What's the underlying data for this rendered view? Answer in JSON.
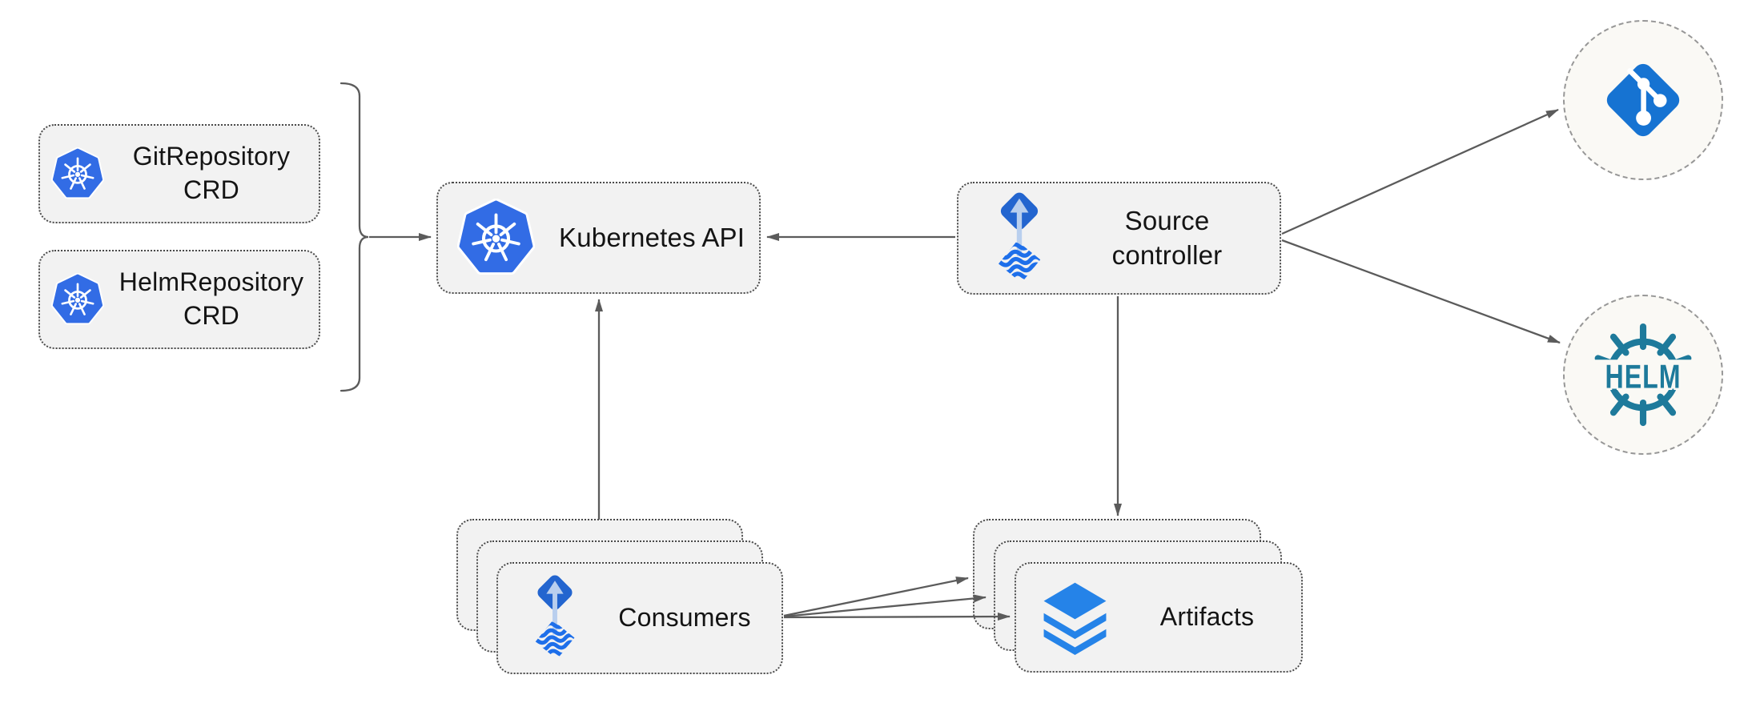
{
  "diagram": {
    "description": "Flux source-controller architecture diagram",
    "nodes": {
      "git_crd": {
        "line1": "GitRepository",
        "line2": "CRD",
        "icon": "kubernetes-icon"
      },
      "helm_crd": {
        "line1": "HelmRepository",
        "line2": "CRD",
        "icon": "kubernetes-icon"
      },
      "kubernetes_api": {
        "label": "Kubernetes API",
        "icon": "kubernetes-icon"
      },
      "source_controller": {
        "line1": "Source",
        "line2": "controller",
        "icon": "flux-icon"
      },
      "consumers": {
        "label": "Consumers",
        "stacked": 3,
        "icon": "flux-icon"
      },
      "artifacts": {
        "label": "Artifacts",
        "stacked": 3,
        "icon": "layers-icon"
      },
      "git_endpoint": {
        "icon": "git-icon"
      },
      "helm_endpoint": {
        "label": "HELM",
        "icon": "helm-wheel-icon"
      }
    },
    "edges": [
      {
        "from": "git_crd & helm_crd (brace group)",
        "to": "kubernetes_api"
      },
      {
        "from": "source_controller",
        "to": "kubernetes_api"
      },
      {
        "from": "consumers",
        "to": "kubernetes_api"
      },
      {
        "from": "source_controller",
        "to": "artifacts"
      },
      {
        "from": "source_controller",
        "to": "git_endpoint"
      },
      {
        "from": "source_controller",
        "to": "helm_endpoint"
      },
      {
        "from": "consumers",
        "to": "artifacts",
        "count": 3
      }
    ],
    "colors": {
      "background": "#ffffff",
      "box_fill": "#f2f2f2",
      "box_border": "#4a4a4a",
      "circle_fill": "#faf9f5",
      "circle_border": "#979797",
      "arrow": "#5b5b5b",
      "text": "#141414",
      "kubernetes_blue": "#326ce5",
      "git_blue": "#1673d2",
      "flux_diamond_blue": "#2365cf",
      "flux_wave_blue": "#1e6fea",
      "flux_arrow_pale": "#b9cfee",
      "layers_blue": "#2583e8",
      "helm_teal": "#1e7a9b"
    }
  }
}
